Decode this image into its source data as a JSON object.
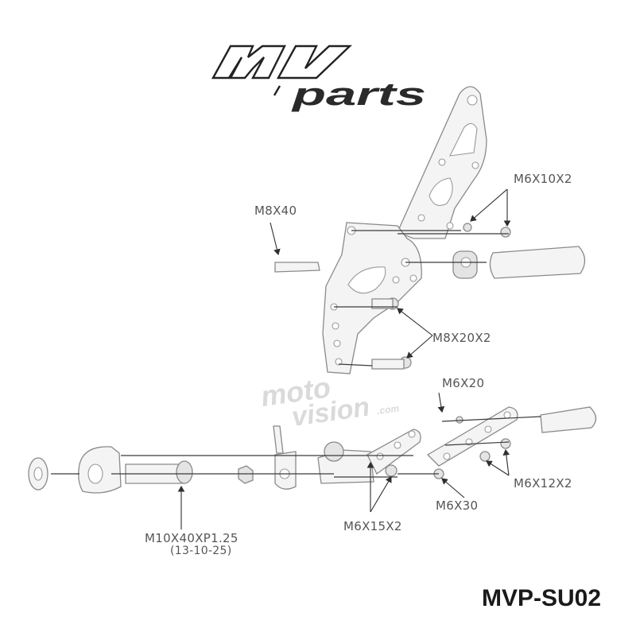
{
  "logo": {
    "mark": "mv",
    "word": "parts"
  },
  "watermark": {
    "line1": "moto",
    "line2": "vision",
    "suffix": ".com"
  },
  "labels": {
    "m8x40": "M8X40",
    "m6x10x2": "M6X10X2",
    "m8x20x2": "M8X20X2",
    "m6x20": "M6X20",
    "m6x12x2": "M6X12X2",
    "m6x30": "M6X30",
    "m6x15x2": "M6X15X2",
    "m10x40": "M10X40XP1.25",
    "m10x40_sub": "(13-10-25)"
  },
  "product_code": "MVP-SU02"
}
